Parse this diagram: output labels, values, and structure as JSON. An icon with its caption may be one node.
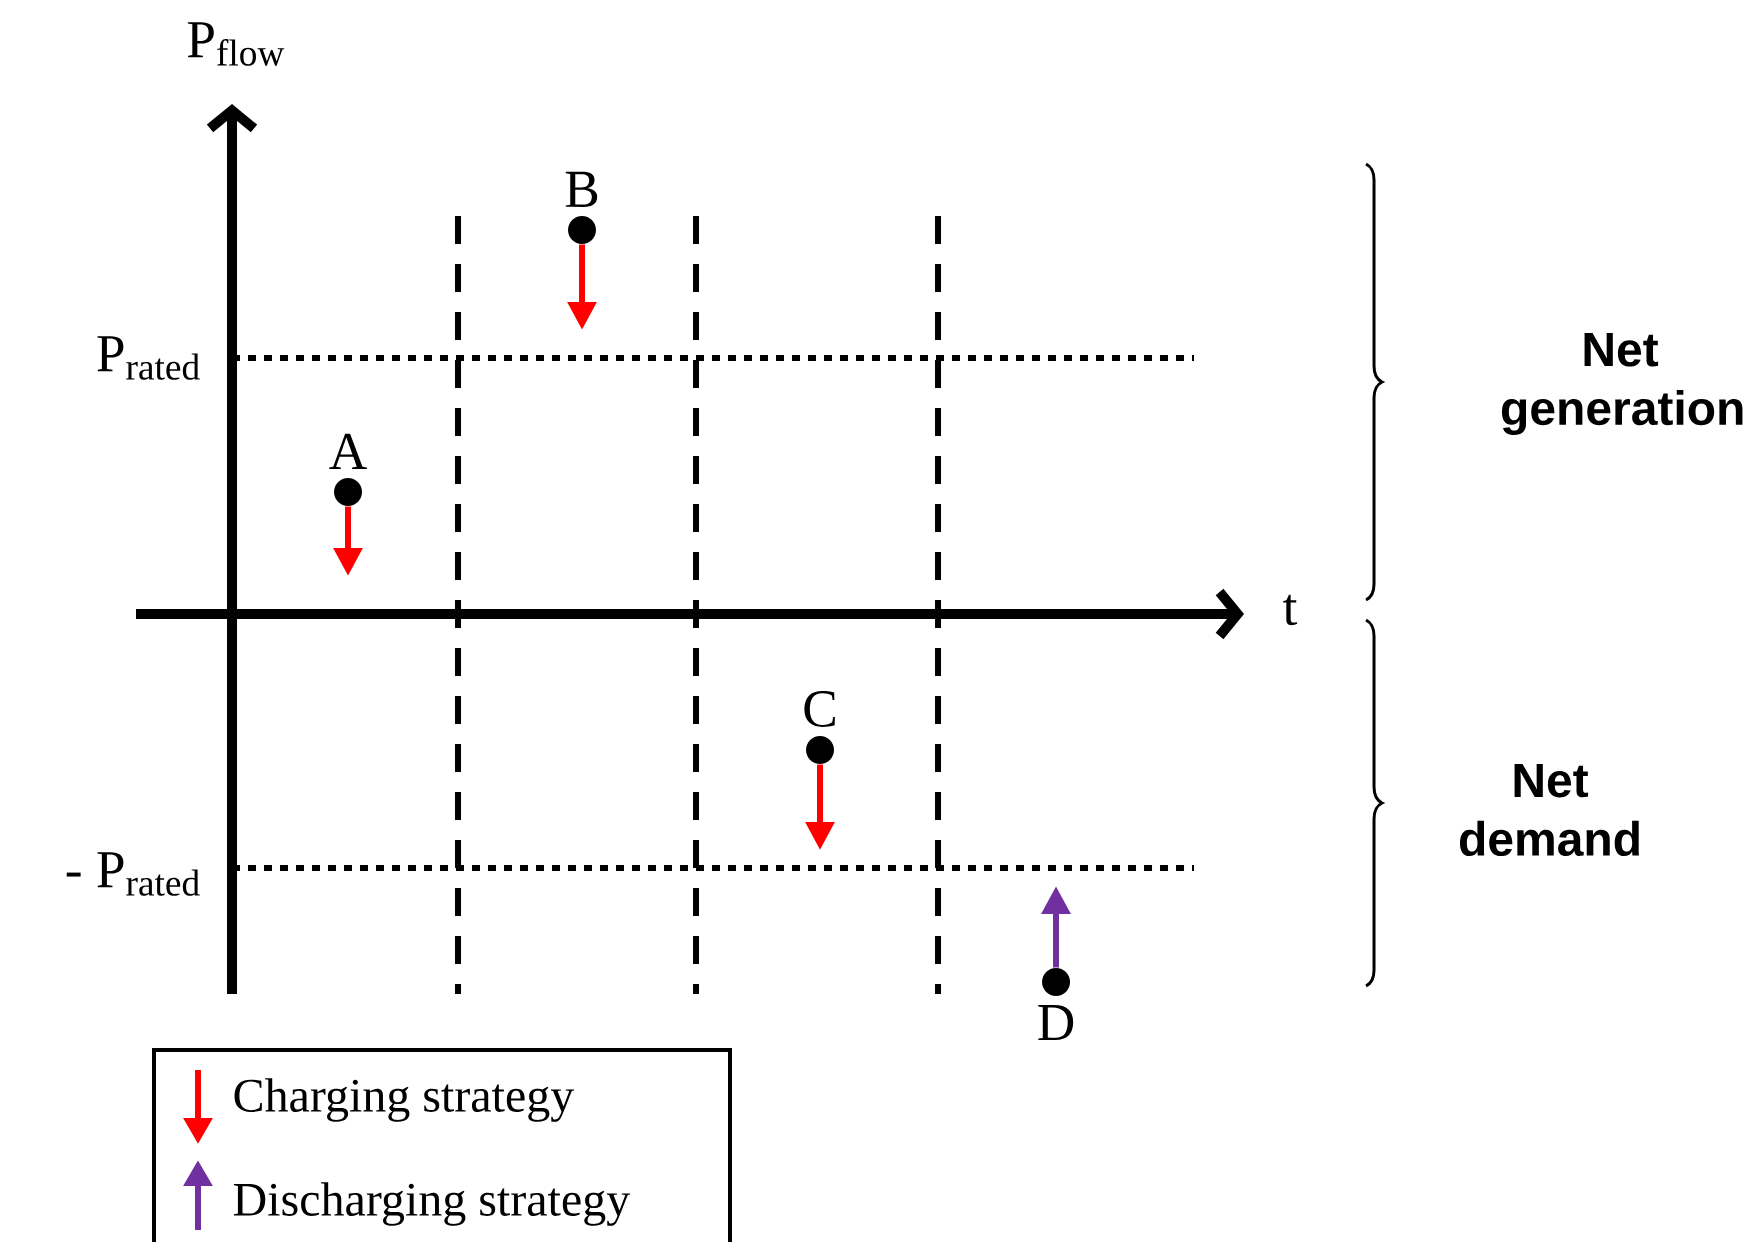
{
  "diagram": {
    "nodes": [
      {
        "text": [
          "A"
        ]
      },
      {
        "text": [
          "B"
        ]
      },
      {
        "text": [
          "C"
        ]
      },
      {
        "text": [
          "D"
        ]
      }
    ],
    "edges": [
      {
        "from": 0,
        "to": null,
        "arrow": "to"
      },
      {
        "from": 1,
        "to": null,
        "arrow": "to"
      },
      {
        "from": 2,
        "to": null,
        "arrow": "to"
      },
      {
        "from": 3,
        "to": null,
        "arrow": "to",
        "color": "#7030a0"
      }
    ],
    "labels": [
      "P$_{flow}$",
      "t",
      "P$_{rated}$",
      "- P$_{rated}$",
      "Net generation",
      "Net demand"
    ],
    "legend": [
      {
        "text": "Charging strategy",
        "color": "#ff0000"
      },
      {
        "text": "Discharging strategy",
        "color": "#7030a0"
      }
    ]
  }
}
